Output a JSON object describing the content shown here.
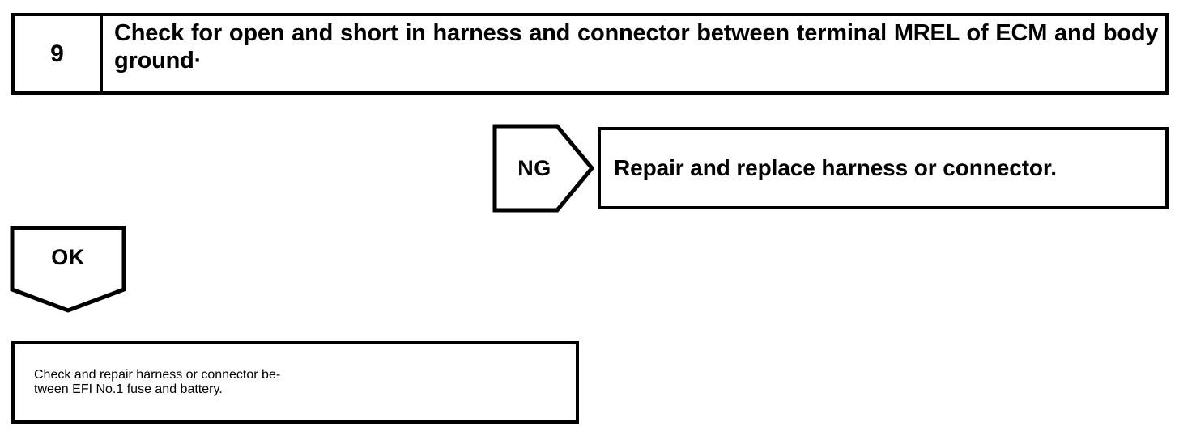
{
  "diagram": {
    "type": "troubleshooting-flowchart",
    "steps": [
      {
        "number": "9",
        "instruction": "Check for open and short in harness and connector between terminal MREL of ECM and body ground·"
      }
    ],
    "branches": [
      {
        "label": "NG",
        "direction": "right",
        "shape": "pentagon-right"
      },
      {
        "label": "OK",
        "direction": "down",
        "shape": "pentagon-down"
      }
    ],
    "results": [
      {
        "id": "repair",
        "text": "Repair and replace harness or connector."
      },
      {
        "id": "check-battery",
        "line1": "Check and repair harness or connector be-",
        "line2": "tween EFI No.1 fuse and battery."
      }
    ],
    "colors": {
      "ink": "#000000",
      "paper": "#ffffff"
    }
  }
}
